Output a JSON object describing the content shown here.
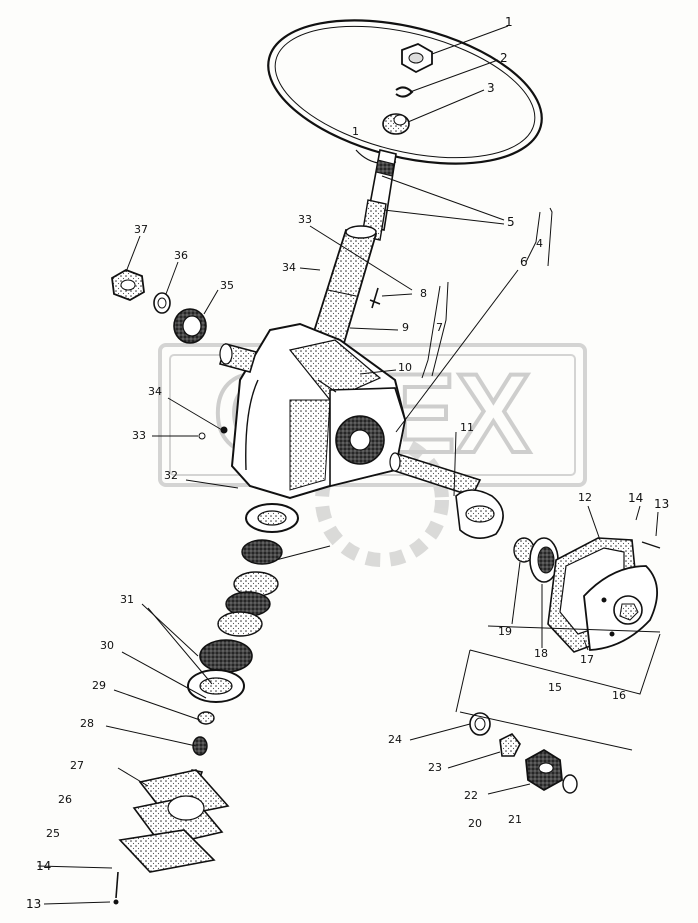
{
  "watermark": {
    "text": "ODEX"
  },
  "callouts": [
    {
      "key": "1a",
      "text": "1"
    },
    {
      "key": "2",
      "text": "2"
    },
    {
      "key": "3",
      "text": "3"
    },
    {
      "key": "1b",
      "text": "1"
    },
    {
      "key": "5",
      "text": "5"
    },
    {
      "key": "4",
      "text": "4"
    },
    {
      "key": "6",
      "text": "6"
    },
    {
      "key": "33a",
      "text": "33"
    },
    {
      "key": "34a",
      "text": "34"
    },
    {
      "key": "8",
      "text": "8"
    },
    {
      "key": "7",
      "text": "7"
    },
    {
      "key": "9",
      "text": "9"
    },
    {
      "key": "10",
      "text": "10"
    },
    {
      "key": "37",
      "text": "37"
    },
    {
      "key": "36",
      "text": "36"
    },
    {
      "key": "35",
      "text": "35"
    },
    {
      "key": "34b",
      "text": "34"
    },
    {
      "key": "33b",
      "text": "33"
    },
    {
      "key": "32",
      "text": "32"
    },
    {
      "key": "11",
      "text": "11"
    },
    {
      "key": "12",
      "text": "12"
    },
    {
      "key": "14a",
      "text": "14"
    },
    {
      "key": "13a",
      "text": "13"
    },
    {
      "key": "31",
      "text": "31"
    },
    {
      "key": "30",
      "text": "30"
    },
    {
      "key": "29",
      "text": "29"
    },
    {
      "key": "28",
      "text": "28"
    },
    {
      "key": "27",
      "text": "27"
    },
    {
      "key": "26",
      "text": "26"
    },
    {
      "key": "25",
      "text": "25"
    },
    {
      "key": "14b",
      "text": "14"
    },
    {
      "key": "13b",
      "text": "13"
    },
    {
      "key": "19",
      "text": "19"
    },
    {
      "key": "18",
      "text": "18"
    },
    {
      "key": "17",
      "text": "17"
    },
    {
      "key": "15",
      "text": "15"
    },
    {
      "key": "16",
      "text": "16"
    },
    {
      "key": "24",
      "text": "24"
    },
    {
      "key": "23",
      "text": "23"
    },
    {
      "key": "22",
      "text": "22"
    },
    {
      "key": "20",
      "text": "20"
    },
    {
      "key": "21",
      "text": "21"
    }
  ]
}
